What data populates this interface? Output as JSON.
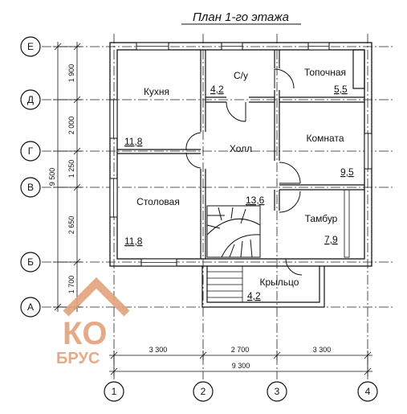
{
  "title": "План 1-го этажа",
  "rows": [
    {
      "label": "Е"
    },
    {
      "label": "Д"
    },
    {
      "label": "Г"
    },
    {
      "label": "В"
    },
    {
      "label": "Б"
    },
    {
      "label": "А"
    }
  ],
  "cols": [
    {
      "label": "1"
    },
    {
      "label": "2"
    },
    {
      "label": "3"
    },
    {
      "label": "4"
    }
  ],
  "rooms": [
    {
      "name": "Кухня",
      "area": "11,8"
    },
    {
      "name": "Столовая",
      "area": "11,8"
    },
    {
      "name": "С/у",
      "area": "4,2"
    },
    {
      "name": "Холл",
      "area": "13,6"
    },
    {
      "name": "Топочная",
      "area": "5,5"
    },
    {
      "name": "Комната",
      "area": "9,5"
    },
    {
      "name": "Тамбур",
      "area": "7,9"
    },
    {
      "name": "Крыльцо",
      "area": "4,2"
    }
  ],
  "dims_vertical": [
    "1 900",
    "2 000",
    "1 250",
    "2 650",
    "1 700"
  ],
  "dim_vertical_total": "9 500",
  "dims_horizontal": [
    "3 300",
    "2 700",
    "3 300"
  ],
  "dim_horizontal_total": "9 300",
  "logo": {
    "top": "КО",
    "bottom": "БРУС"
  },
  "colors": {
    "logo": "#e3a27c",
    "lines": "#111111"
  }
}
